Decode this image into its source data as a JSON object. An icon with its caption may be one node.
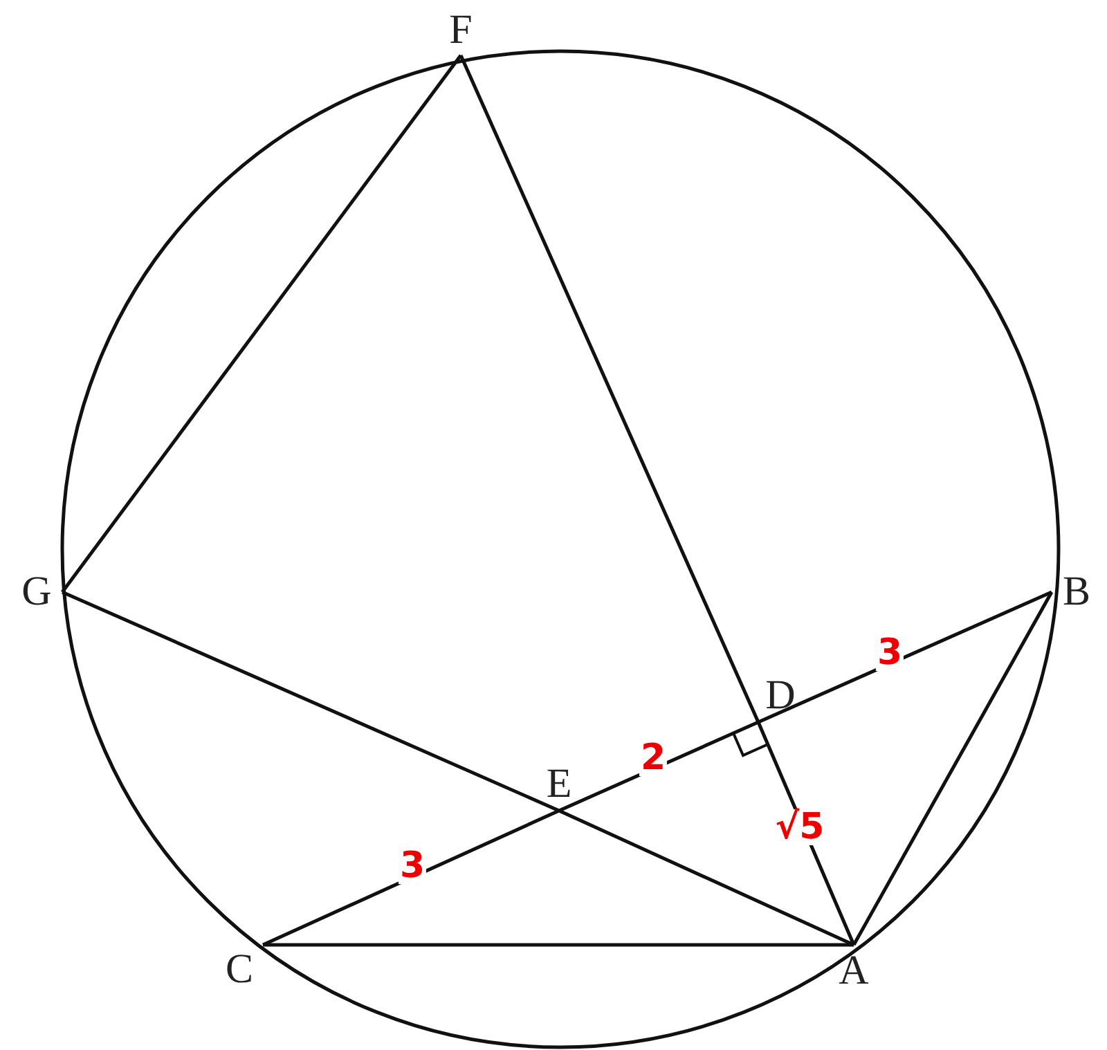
{
  "diagram": {
    "nodes": [
      {
        "text": [
          "F"
        ]
      },
      {
        "text": [
          "G"
        ]
      },
      {
        "text": [
          "B"
        ]
      },
      {
        "text": [
          "D"
        ]
      },
      {
        "text": [
          "E"
        ]
      },
      {
        "text": [
          "C"
        ]
      },
      {
        "text": [
          "A"
        ]
      }
    ],
    "edges": [
      {
        "from": 0,
        "to": 1,
        "arrow": "none"
      },
      {
        "from": 0,
        "to": 3,
        "arrow": "none"
      },
      {
        "from": 3,
        "to": 6,
        "arrow": "none",
        "label": "√5"
      },
      {
        "from": 1,
        "to": 4,
        "arrow": "none"
      },
      {
        "from": 4,
        "to": 6,
        "arrow": "none"
      },
      {
        "from": 5,
        "to": 4,
        "arrow": "none",
        "label": "3"
      },
      {
        "from": 4,
        "to": 3,
        "arrow": "none",
        "label": "2"
      },
      {
        "from": 3,
        "to": 2,
        "arrow": "none",
        "label": "3"
      },
      {
        "from": 5,
        "to": 6,
        "arrow": "none"
      },
      {
        "from": 2,
        "to": 6,
        "arrow": "none"
      }
    ]
  }
}
